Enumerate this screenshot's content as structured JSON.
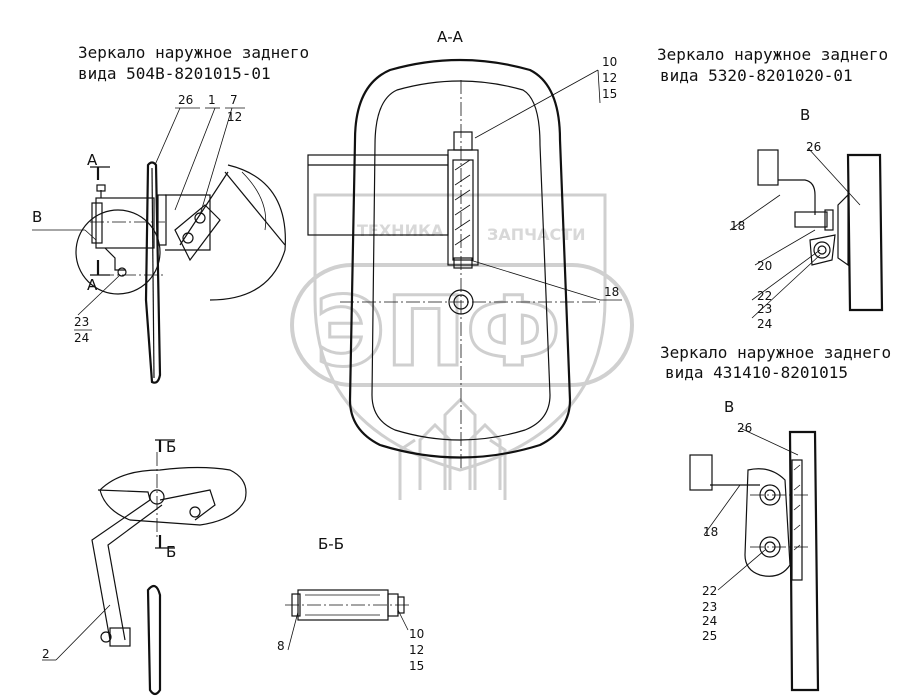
{
  "captions": {
    "left_line1": "Зеркало наружное заднего",
    "left_line2": "вида 504В-8201015-01",
    "right_top_line1": "Зеркало наружное заднего",
    "right_top_line2": "вида 5320-8201020-01",
    "right_mid_line1": "Зеркало наружное заднего",
    "right_mid_line2": "вида 431410-8201015"
  },
  "sections": {
    "aa_title": "А-А",
    "bb_title": "Б-Б",
    "view_v_top": "В",
    "view_v_mid": "В",
    "view_v_left": "В",
    "cut_a_top": "А",
    "cut_a_bottom": "А",
    "cut_b_top": "Б",
    "cut_b_bottom": "Б"
  },
  "callouts": {
    "c26_left": "26",
    "c1_left": "1",
    "c7_left": "7",
    "c12_left": "12",
    "c23_left": "23",
    "c24_left": "24",
    "c10_aa": "10",
    "c12_aa": "12",
    "c15_aa": "15",
    "c18_aa": "18",
    "c26_rt": "26",
    "c18_rt": "18",
    "c20_rt": "20",
    "c22_rt": "22",
    "c23_rt": "23",
    "c24_rt": "24",
    "c26_rb": "26",
    "c18_rb": "18",
    "c22_rb": "22",
    "c23_rb": "23",
    "c24_rb": "24",
    "c25_rb": "25",
    "c2_lb": "2",
    "c8_bb": "8",
    "c10_bb": "10",
    "c12_bb": "12",
    "c15_bb": "15"
  },
  "watermark": {
    "text_left": "ТЕХНИКА",
    "text_right": "ЗАПЧАСТИ",
    "logo": "ЭПФ"
  }
}
